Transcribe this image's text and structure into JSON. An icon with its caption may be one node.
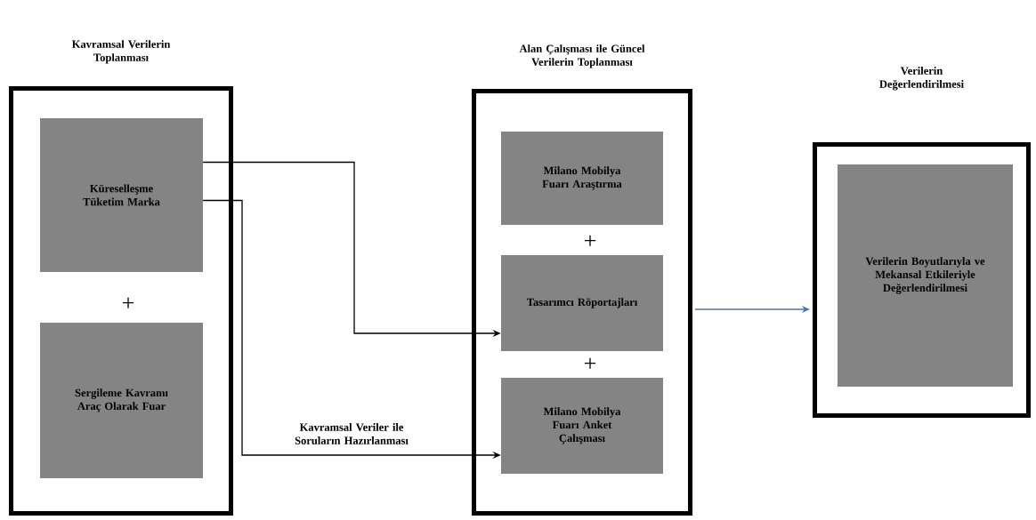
{
  "diagram": {
    "nodes": [
      {
        "text": [
          "Kavramsal Verilerin Toplanması"
        ]
      },
      {
        "text": [
          "Küreselleşme Tüketim Marka"
        ],
        "in": 0
      },
      {
        "text": [
          "Sergileme Kavramı Araç Olarak Fuar"
        ],
        "in": 0
      },
      {
        "text": [
          "Alan Çalışması ile Güncel Verilerin Toplanması"
        ]
      },
      {
        "text": [
          "Milano Mobilya Fuarı Araştırma"
        ],
        "in": 3
      },
      {
        "text": [
          "Tasarımcı Röportajları"
        ],
        "in": 3
      },
      {
        "text": [
          "Milano Mobilya Fuarı Anket Çalışması"
        ],
        "in": 3
      },
      {
        "text": [
          "Verilerin Değerlendirilmesi"
        ]
      },
      {
        "text": [
          "Verilerin Boyutlarıyla ve Mekansal Etkileriyle Değerlendirilmesi"
        ],
        "in": 7
      }
    ],
    "edges": [
      {
        "from": 1,
        "to": 5,
        "arrow": "to"
      },
      {
        "from": 1,
        "to": 6,
        "arrow": "to",
        "label": "Kavramsal Veriler ile Soruların Hazırlanması"
      },
      {
        "from": 3,
        "to": 7,
        "arrow": "to",
        "color": "#4472c4"
      }
    ],
    "labels": [
      "+",
      "+",
      "+"
    ]
  }
}
